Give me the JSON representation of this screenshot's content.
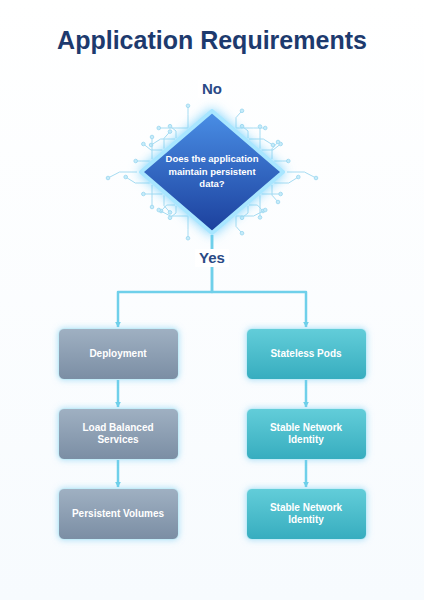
{
  "diagram": {
    "title": "Application Requirements",
    "nodes": [
      {
        "text": [
          "Does the application maintain persistent data?"
        ]
      },
      {
        "text": [
          "Deployment"
        ]
      },
      {
        "text": [
          "Stateless Pods"
        ]
      },
      {
        "text": [
          "Load Balanced Services"
        ]
      },
      {
        "text": [
          "Stable Network Identity"
        ]
      },
      {
        "text": [
          "Persistent Volumes"
        ]
      },
      {
        "text": [
          "Stable Network Identity"
        ]
      }
    ],
    "edges": [
      {
        "from": 0,
        "to": 1,
        "arrow": "to"
      },
      {
        "from": 0,
        "to": 2,
        "arrow": "to"
      },
      {
        "from": 1,
        "to": 3,
        "arrow": "to"
      },
      {
        "from": 3,
        "to": 5,
        "arrow": "to"
      },
      {
        "from": 2,
        "to": 4,
        "arrow": "to"
      },
      {
        "from": 4,
        "to": 6,
        "arrow": "to"
      }
    ],
    "labels": [
      "No",
      "Yes"
    ]
  }
}
